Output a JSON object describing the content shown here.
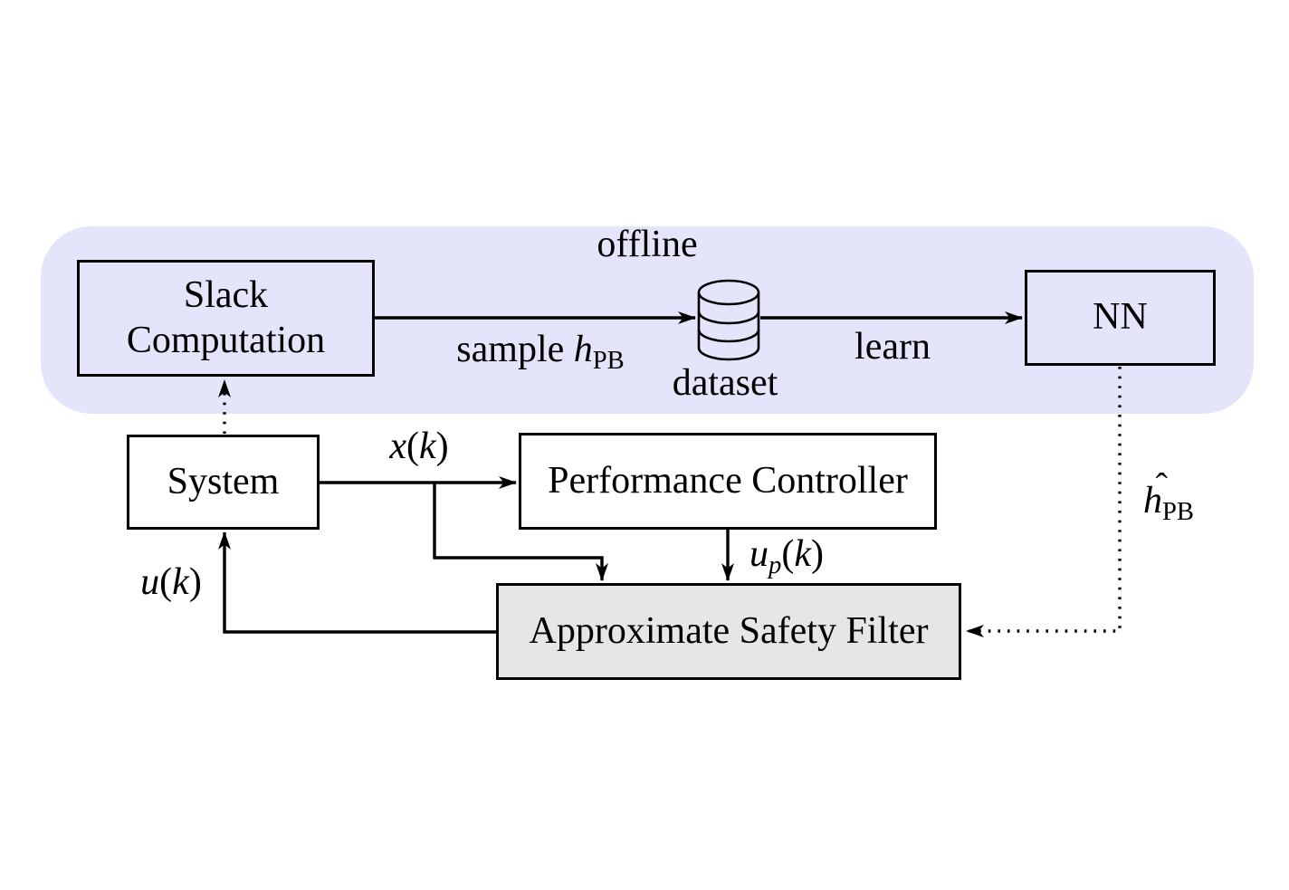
{
  "diagram": {
    "offline_label": "offline",
    "nodes": {
      "slack": {
        "line1": "Slack",
        "line2": "Computation"
      },
      "nn": {
        "label": "NN"
      },
      "system": {
        "label": "System"
      },
      "performance": {
        "label": "Performance Controller"
      },
      "safety_filter": {
        "label": "Approximate Safety Filter"
      },
      "dataset": {
        "label": "dataset"
      }
    },
    "edge_labels": {
      "sample": {
        "prefix": "sample ",
        "var": "h",
        "sub": "PB"
      },
      "learn": "learn",
      "x_k": {
        "var": "x",
        "open": "(",
        "arg": "k",
        "close": ")"
      },
      "u_p_k": {
        "var": "u",
        "sub": "p",
        "open": "(",
        "arg": "k",
        "close": ")"
      },
      "u_k": {
        "var": "u",
        "open": "(",
        "arg": "k",
        "close": ")"
      },
      "h_hat": {
        "accent": "ˆ",
        "var": "h",
        "sub": "PB"
      }
    },
    "colors": {
      "offline_region_bg": "#E4E4FA",
      "offline_node_fill": "#E4E4FA",
      "safety_filter_fill": "#E6E6E6",
      "online_node_fill": "#FFFFFF",
      "stroke": "#000000"
    }
  }
}
